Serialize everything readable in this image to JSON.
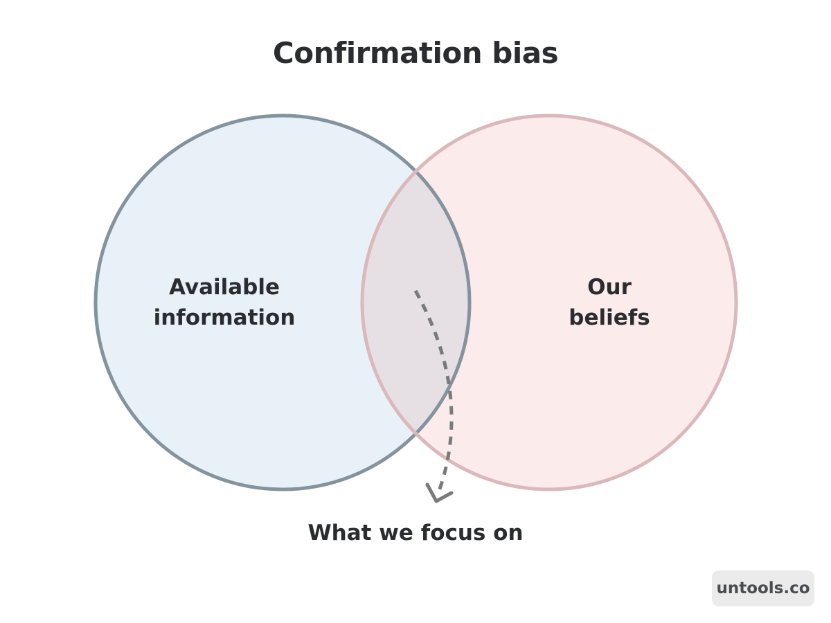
{
  "title": "Confirmation bias",
  "circles": {
    "left": {
      "label_lines": [
        "Available",
        "information"
      ],
      "fill": "#e8f1f7",
      "stroke": "#84939d"
    },
    "right": {
      "label_lines": [
        "Our",
        "beliefs"
      ],
      "fill": "#fcebeb",
      "stroke": "#dbb8bb"
    },
    "overlap_fill": "#e6e0e4"
  },
  "arrow": {
    "label": "What we focus on",
    "color": "#7a7a7a",
    "style": "dashed"
  },
  "brand": {
    "text": "untools.co"
  }
}
